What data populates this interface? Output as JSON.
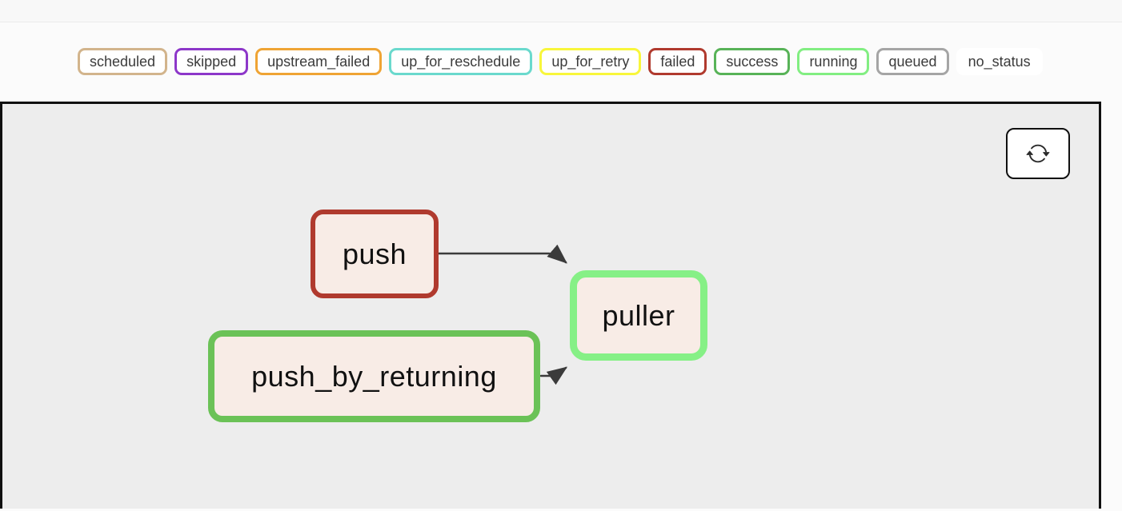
{
  "legend": {
    "items": [
      {
        "label": "scheduled",
        "color": "#d2b48c"
      },
      {
        "label": "skipped",
        "color": "#8d37c9"
      },
      {
        "label": "upstream_failed",
        "color": "#efa434"
      },
      {
        "label": "up_for_reschedule",
        "color": "#6ad9cd"
      },
      {
        "label": "up_for_retry",
        "color": "#f8f63b"
      },
      {
        "label": "failed",
        "color": "#b03a2e"
      },
      {
        "label": "success",
        "color": "#58b358"
      },
      {
        "label": "running",
        "color": "#82ee82"
      },
      {
        "label": "queued",
        "color": "#a5a5a5"
      },
      {
        "label": "no_status",
        "color": "#ffffff"
      }
    ]
  },
  "toolbar": {
    "refresh_icon": "refresh-icon"
  },
  "graph": {
    "background": "#ededed",
    "node_fill": "#f8ece6",
    "edge_color": "#3b3b3b",
    "nodes": [
      {
        "id": "push",
        "label": "push",
        "state": "failed",
        "border_color": "#b03a2e"
      },
      {
        "id": "puller",
        "label": "puller",
        "state": "running",
        "border_color": "#86f086"
      },
      {
        "id": "push_by_returning",
        "label": "push_by_returning",
        "state": "success",
        "border_color": "#6bc257"
      }
    ],
    "edges": [
      {
        "from": "push",
        "to": "puller"
      },
      {
        "from": "push_by_returning",
        "to": "puller"
      }
    ]
  }
}
